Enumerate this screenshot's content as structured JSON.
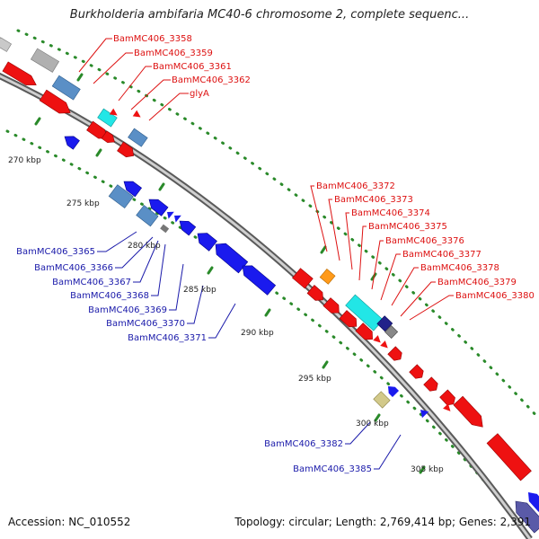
{
  "title": "Burkholderia ambifaria MC40-6 chromosome 2, complete sequenc...",
  "footer": {
    "accession": "Accession: NC_010552",
    "topology": "Topology: circular; Length: 2,769,414 bp; Genes: 2,391"
  },
  "colors": {
    "forward": "#ee1111",
    "reverse": "#1a1aee",
    "backbone": "#888888",
    "ticks": "#2a8a2a"
  },
  "kbp_ticks": [
    "270 kbp",
    "275 kbp",
    "280 kbp",
    "285 kbp",
    "290 kbp",
    "295 kbp",
    "300 kbp",
    "305 kbp"
  ],
  "top_labels": [
    "BamMC406_3358",
    "BamMC406_3359",
    "BamMC406_3361",
    "BamMC406_3362",
    "glyA"
  ],
  "left_labels": [
    "BamMC406_3365",
    "BamMC406_3366",
    "BamMC406_3367",
    "BamMC406_3368",
    "BamMC406_3369",
    "BamMC406_3370",
    "BamMC406_3371"
  ],
  "right_labels": [
    "BamMC406_3372",
    "BamMC406_3373",
    "BamMC406_3374",
    "BamMC406_3375",
    "BamMC406_3376",
    "BamMC406_3377",
    "BamMC406_3378",
    "BamMC406_3379",
    "BamMC406_3380"
  ],
  "bottom_labels": [
    "BamMC406_3382",
    "BamMC406_3385"
  ]
}
